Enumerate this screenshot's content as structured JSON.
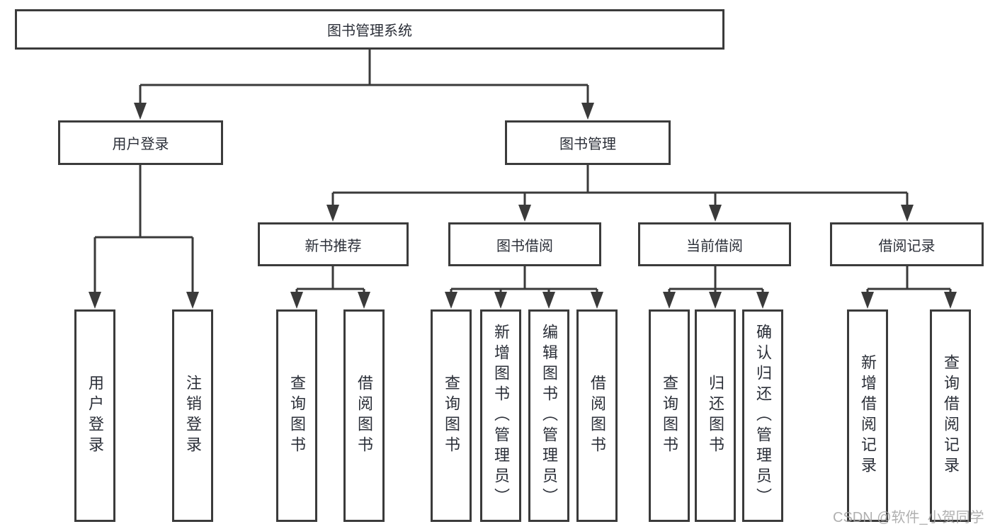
{
  "diagram_title": "图书管理系统",
  "tree": {
    "label": "图书管理系统",
    "children": [
      {
        "label": "用户登录",
        "children": [
          {
            "label": "用户登录"
          },
          {
            "label": "注销登录"
          }
        ]
      },
      {
        "label": "图书管理",
        "children": [
          {
            "label": "新书推荐",
            "children": [
              {
                "label": "查询图书"
              },
              {
                "label": "借阅图书"
              }
            ]
          },
          {
            "label": "图书借阅",
            "children": [
              {
                "label": "查询图书"
              },
              {
                "label": "新增图书（管理员）"
              },
              {
                "label": "编辑图书（管理员）"
              },
              {
                "label": "借阅图书"
              }
            ]
          },
          {
            "label": "当前借阅",
            "children": [
              {
                "label": "查询图书"
              },
              {
                "label": "归还图书"
              },
              {
                "label": "确认归还（管理员）"
              }
            ]
          },
          {
            "label": "借阅记录",
            "children": [
              {
                "label": "新增借阅记录"
              },
              {
                "label": "查询借阅记录"
              }
            ]
          }
        ]
      }
    ]
  },
  "watermark": {
    "text": "CSDN @软件_小贺同学"
  },
  "colors": {
    "line": "#3a3a3a",
    "border": "#3b3b3b",
    "text": "#2b2f38",
    "background": "#ffffff",
    "watermark": "#a3a3a3"
  }
}
